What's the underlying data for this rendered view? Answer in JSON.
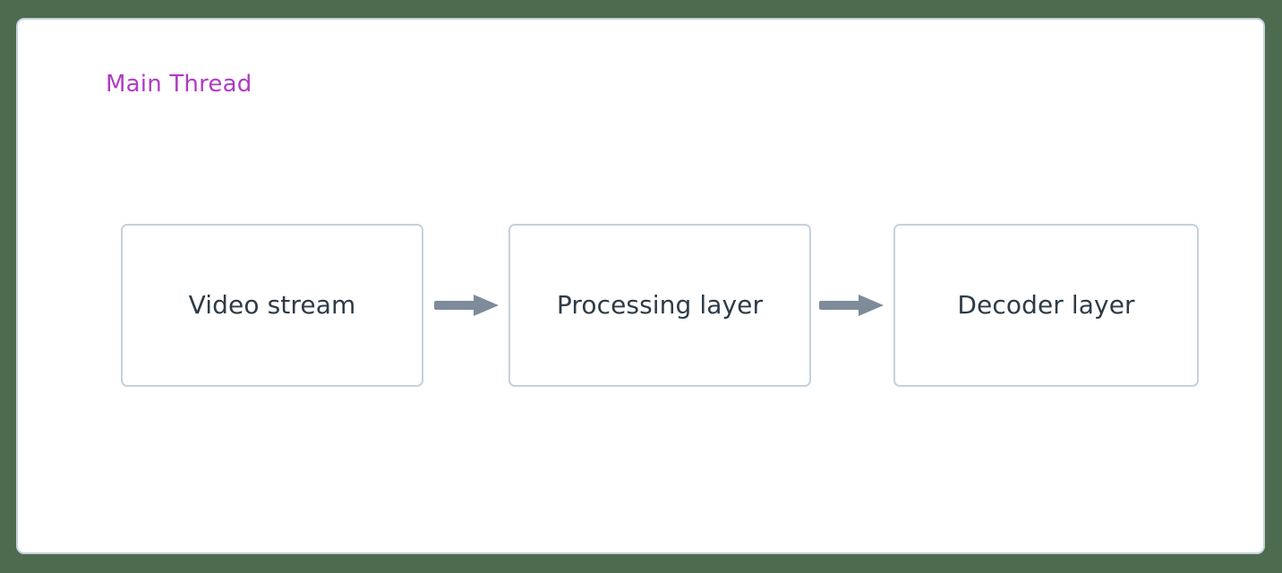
{
  "diagram": {
    "type": "flowchart",
    "direction": "left-to-right",
    "background_color": "#4d6b4f",
    "panel": {
      "title": "Main Thread",
      "title_color": "#b03bc4",
      "fill_color": "#ffffff",
      "border_color": "#c5d1dc"
    },
    "nodes": [
      {
        "id": "video-stream",
        "label": "Video stream",
        "fill_color": "#ffffff",
        "border_color": "#c5d1dc",
        "text_color": "#2d3b47"
      },
      {
        "id": "processing-layer",
        "label": "Processing layer",
        "fill_color": "#ffffff",
        "border_color": "#c5d1dc",
        "text_color": "#2d3b47"
      },
      {
        "id": "decoder-layer",
        "label": "Decoder layer",
        "fill_color": "#ffffff",
        "border_color": "#c5d1dc",
        "text_color": "#2d3b47"
      }
    ],
    "edges": [
      {
        "id": "edge-1",
        "from": "video-stream",
        "to": "processing-layer",
        "label": "",
        "style": "solid-arrow",
        "color": "#7d8b9a"
      },
      {
        "id": "edge-2",
        "from": "processing-layer",
        "to": "decoder-layer",
        "label": "",
        "style": "solid-arrow",
        "color": "#7d8b9a"
      }
    ]
  }
}
